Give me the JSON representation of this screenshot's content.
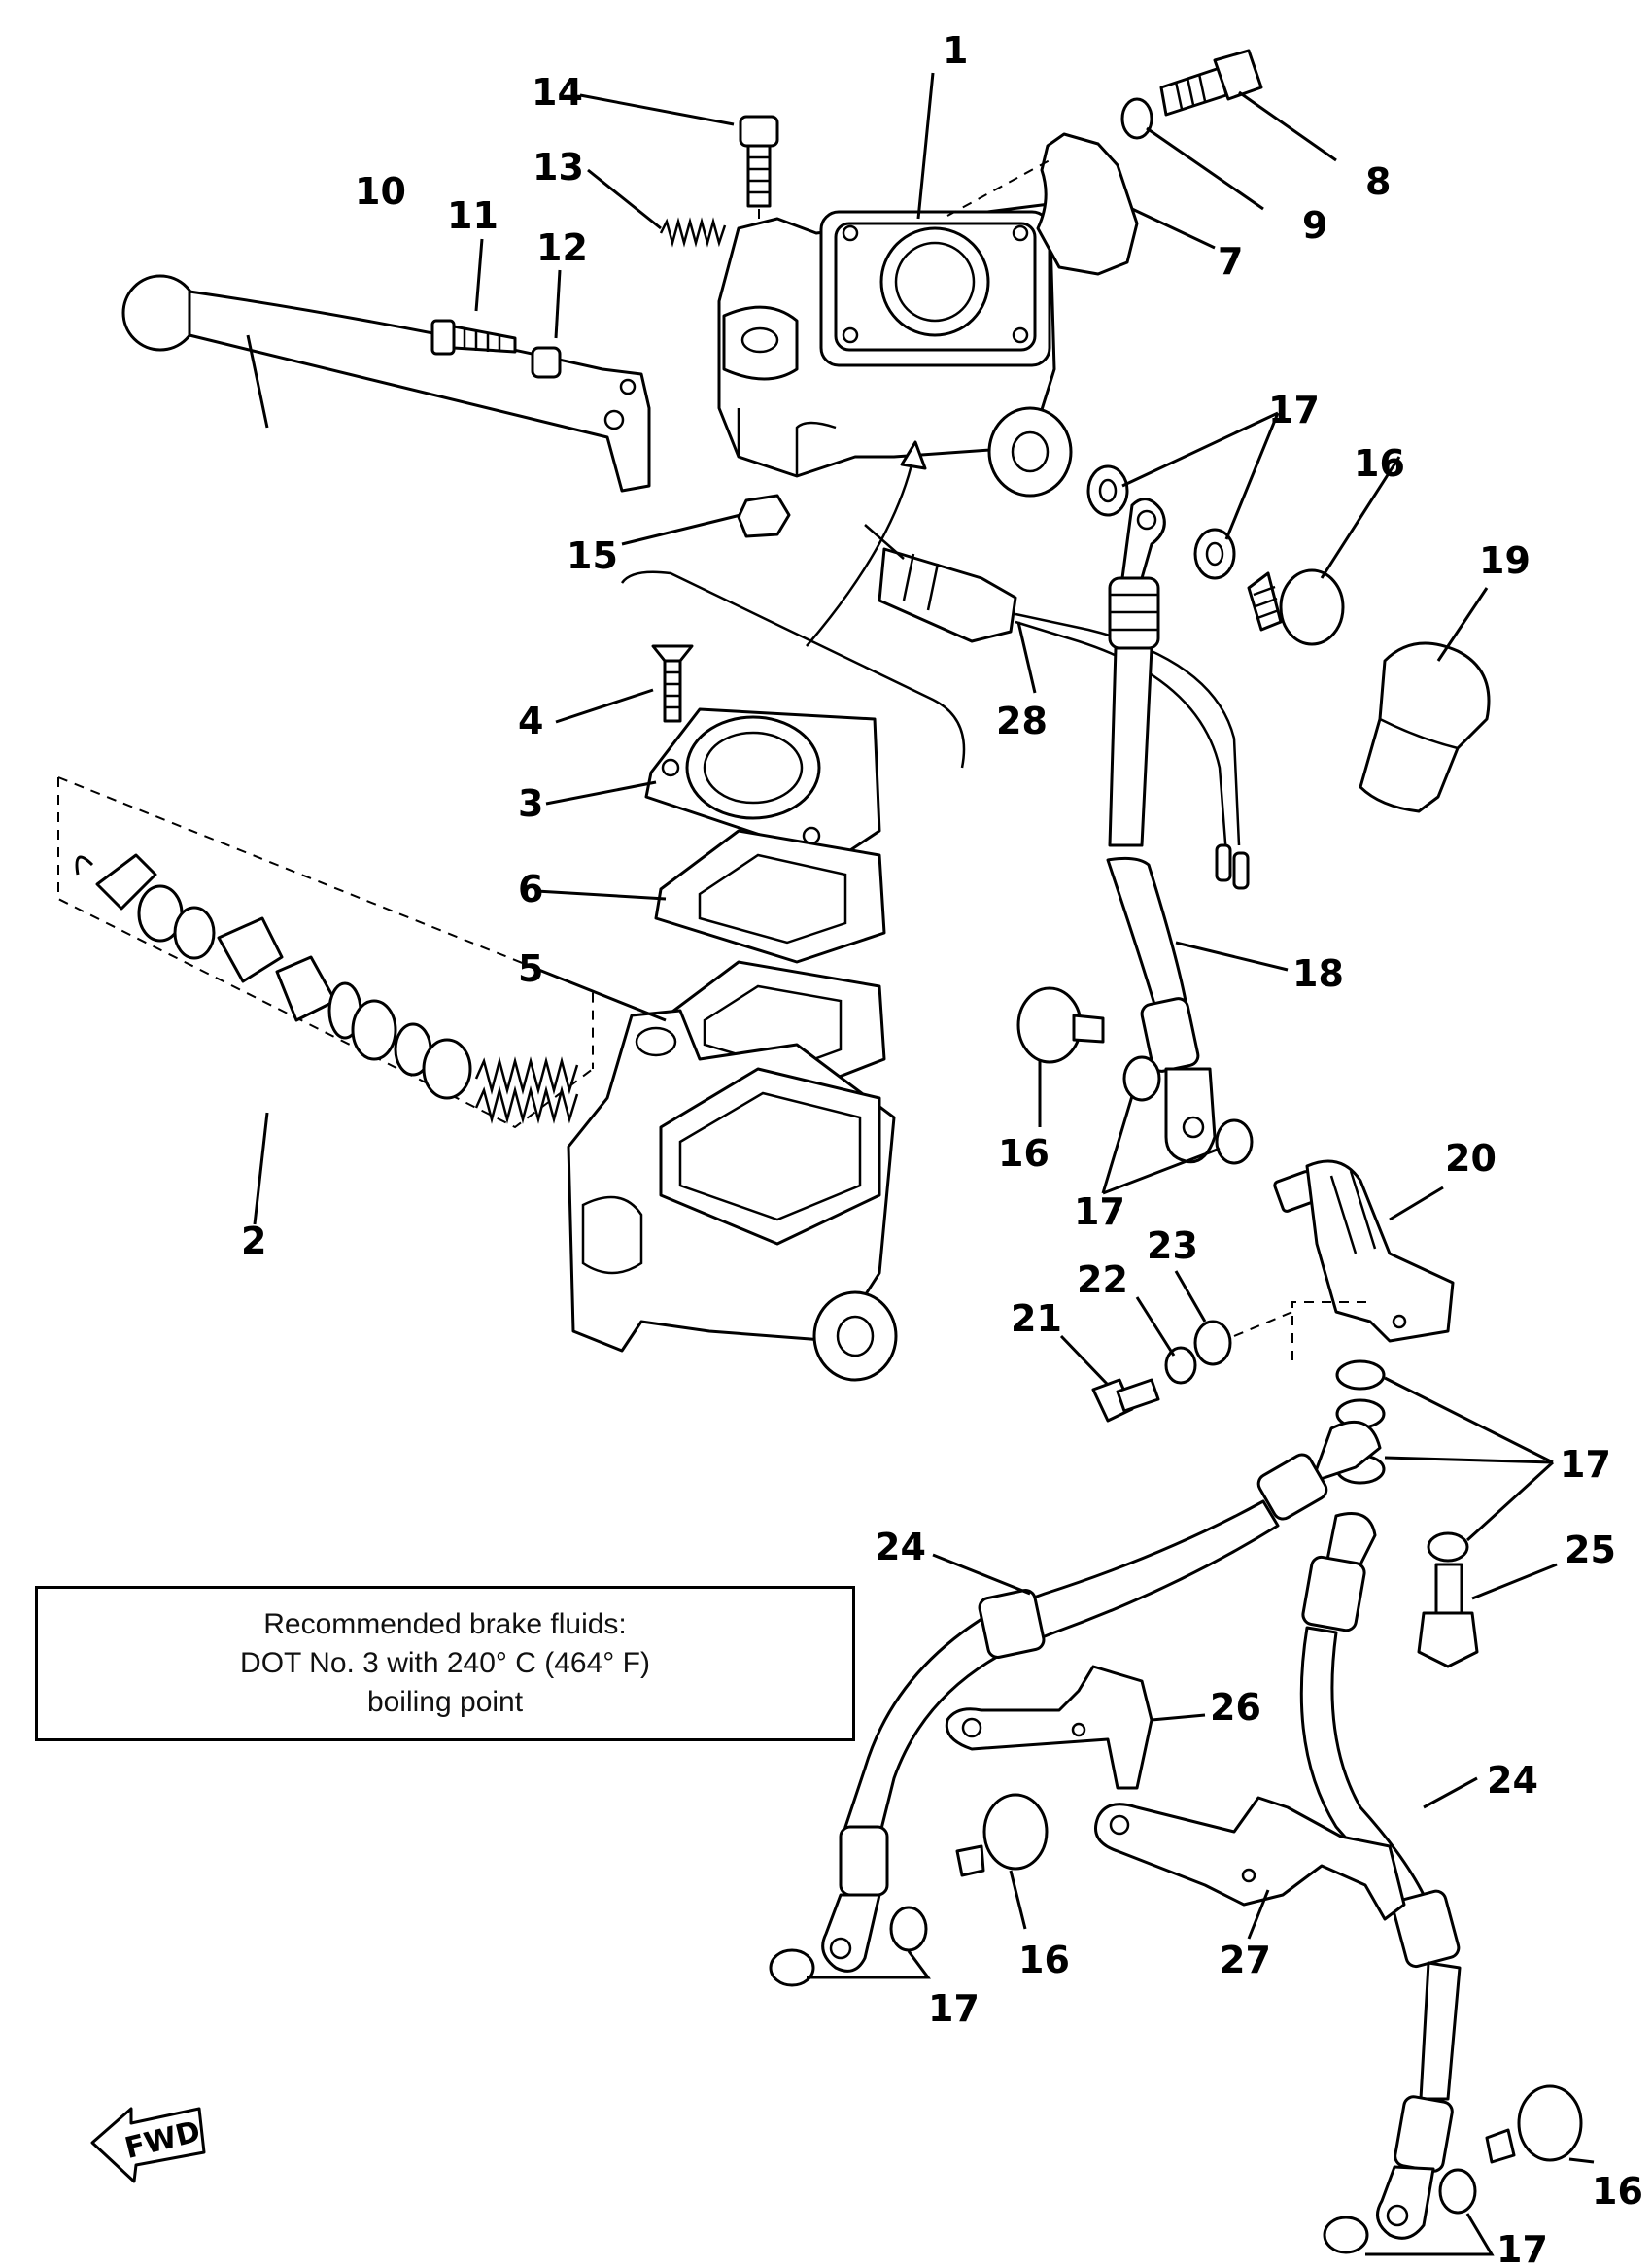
{
  "note": {
    "line1": "Recommended brake fluids:",
    "line2": "DOT No. 3 with 240° C (464° F)",
    "line3": "boiling point"
  },
  "fwd_label": "FWD",
  "callouts": {
    "c1": "1",
    "c2": "2",
    "c3": "3",
    "c4": "4",
    "c5": "5",
    "c6": "6",
    "c7": "7",
    "c8": "8",
    "c9": "9",
    "c10": "10",
    "c11": "11",
    "c12": "12",
    "c13": "13",
    "c14": "14",
    "c15": "15",
    "c16a": "16",
    "c16b": "16",
    "c16c": "16",
    "c16d": "16",
    "c17a": "17",
    "c17b": "17",
    "c17c": "17",
    "c17d": "17",
    "c17e": "17",
    "c18": "18",
    "c19": "19",
    "c20": "20",
    "c21": "21",
    "c22": "22",
    "c23": "23",
    "c24a": "24",
    "c24b": "24",
    "c25": "25",
    "c26": "26",
    "c27": "27",
    "c28": "28"
  }
}
